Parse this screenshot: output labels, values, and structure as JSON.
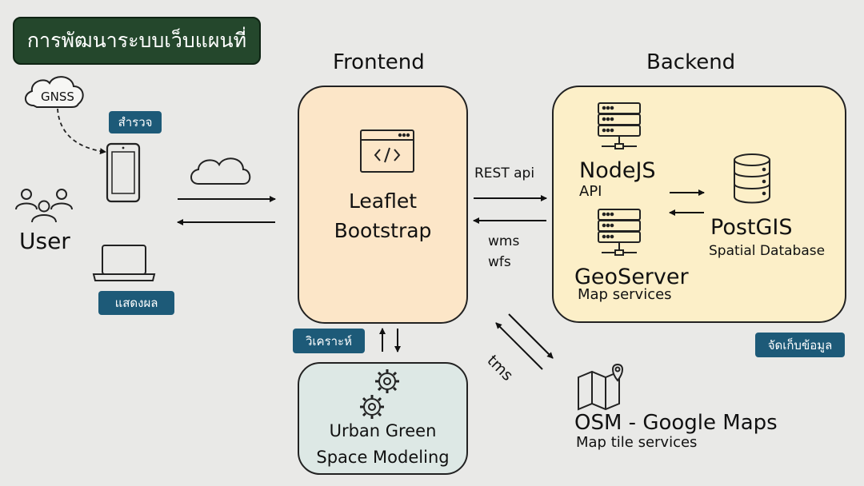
{
  "title": "การพัฒนาระบบเว็บแผนที่",
  "frontend": {
    "heading": "Frontend",
    "line1": "Leaflet",
    "line2": "Bootstrap",
    "analyze_tag": "วิเคราะห์"
  },
  "backend": {
    "heading": "Backend",
    "nodejs": "NodeJS",
    "nodejs_sub": "API",
    "postgis": "PostGIS",
    "postgis_sub": "Spatial Database",
    "geoserver": "GeoServer",
    "geoserver_sub": "Map services",
    "store_tag": "จัดเก็บข้อมูล"
  },
  "connections": {
    "rest": "REST api",
    "wms": "wms",
    "wfs": "wfs",
    "tms": "tms"
  },
  "user": {
    "label": "User",
    "gnss": "GNSS",
    "survey_tag": "สำรวจ",
    "display_tag": "แสดงผล"
  },
  "ugs": {
    "line1": "Urban Green",
    "line2": "Space Modeling"
  },
  "osm": {
    "title": "OSM - Google Maps",
    "sub": "Map tile services"
  },
  "colors": {
    "title_bg": "#24472c",
    "tag_bg": "#1d5a78",
    "frontend_bg": "#fce6c8",
    "backend_bg": "#fcefc8",
    "ugs_bg": "#dde8e5"
  }
}
